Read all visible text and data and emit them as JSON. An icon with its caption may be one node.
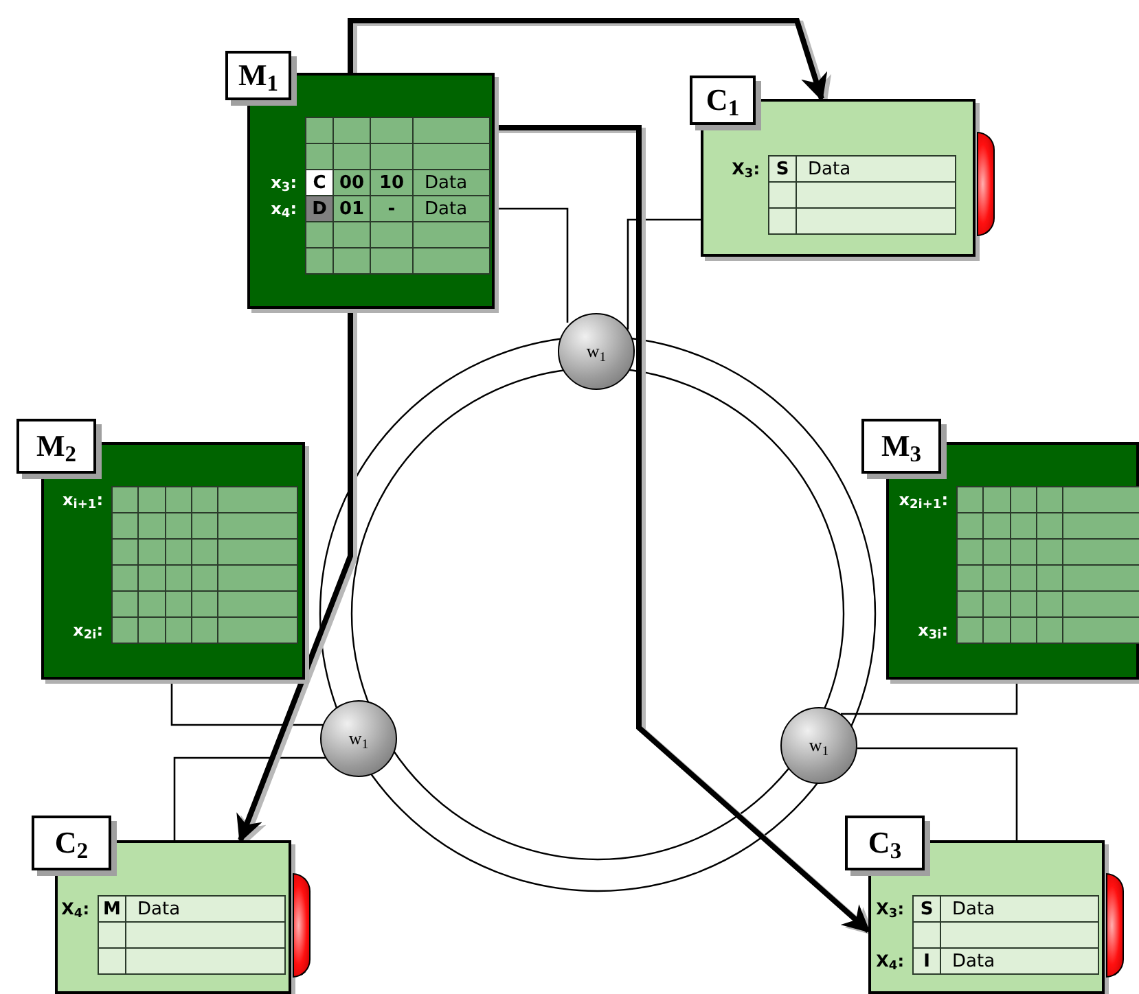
{
  "diagram": {
    "nodes": [
      {
        "text": [
          "M$_{1}$",
          "x$_{3}$:",
          "C",
          "00",
          "10",
          "Data",
          "x$_{4}$:",
          "D",
          "01",
          "-",
          "Data"
        ]
      },
      {
        "text": [
          "C$_{1}$",
          "X$_{3}$:",
          "S",
          "Data"
        ]
      },
      {
        "text": [
          "w$_{1}$"
        ]
      },
      {
        "text": [
          "M$_{2}$",
          "x$_{i+1}$:",
          "x$_{2i}$:"
        ]
      },
      {
        "text": [
          "M$_{3}$",
          "x$_{2i+1}$:",
          "x$_{3i}$:"
        ]
      },
      {
        "text": [
          "w$_{1}$"
        ]
      },
      {
        "text": [
          "w$_{1}$"
        ]
      },
      {
        "text": [
          "C$_{2}$",
          "X$_{4}$:",
          "M",
          "Data"
        ]
      },
      {
        "text": [
          "C$_{3}$",
          "X$_{3}$:",
          "S",
          "Data",
          "X$_{4}$:",
          "I",
          "Data"
        ]
      }
    ],
    "edges": [
      {
        "from": 0,
        "to": 2,
        "arrow": "none"
      },
      {
        "from": 1,
        "to": 2,
        "arrow": "none"
      },
      {
        "from": 3,
        "to": 5,
        "arrow": "none"
      },
      {
        "from": 7,
        "to": 5,
        "arrow": "none"
      },
      {
        "from": 4,
        "to": 6,
        "arrow": "none"
      },
      {
        "from": 8,
        "to": 6,
        "arrow": "none"
      },
      {
        "from": 0,
        "to": 1,
        "arrow": "to",
        "style": "thick"
      },
      {
        "from": 0,
        "to": 8,
        "arrow": "to",
        "style": "thick"
      },
      {
        "from": 0,
        "to": 7,
        "arrow": "to",
        "style": "thick"
      }
    ]
  }
}
